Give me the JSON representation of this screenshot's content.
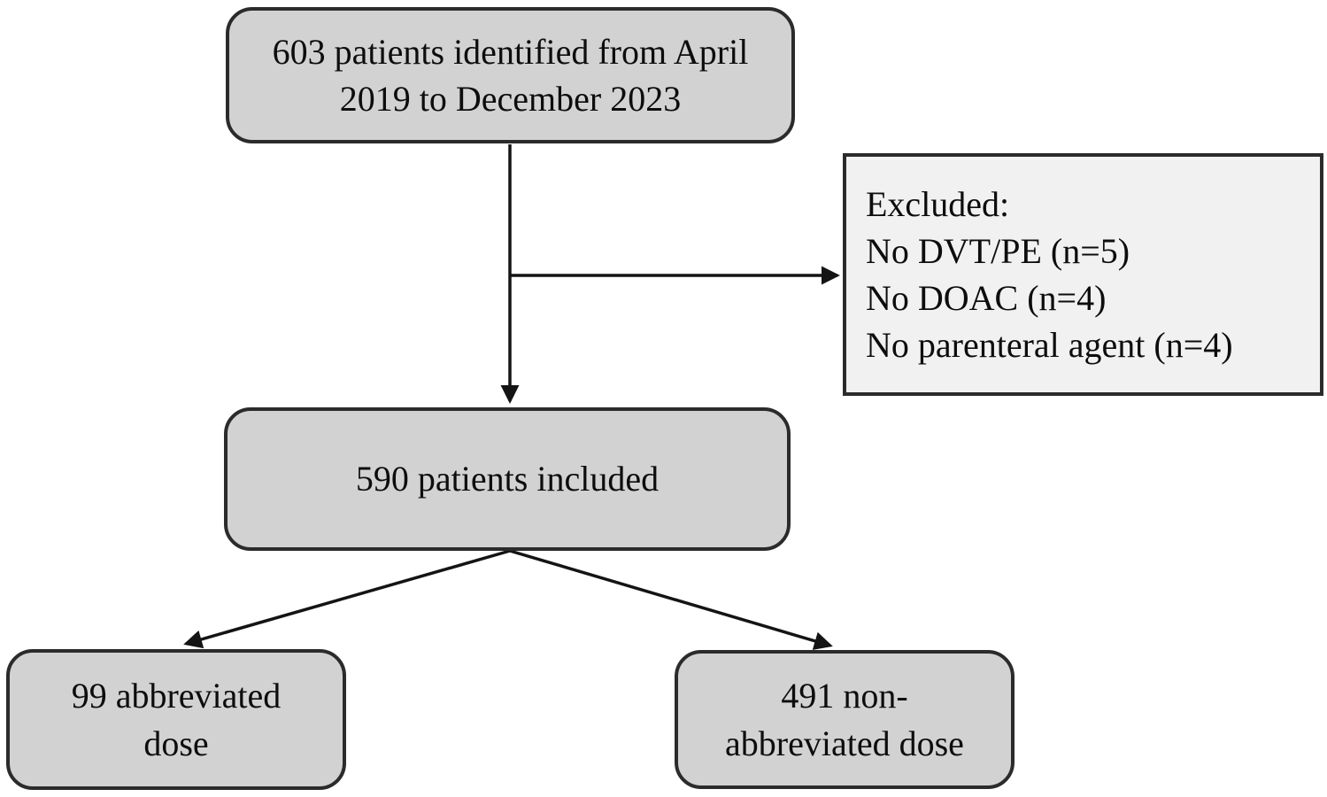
{
  "colors": {
    "background": "#ffffff",
    "node_fill": "#d2d2d2",
    "excluded_fill": "#f1f1f1",
    "node_border": "#2b2b2b",
    "arrow": "#141414",
    "text": "#0d0d0d"
  },
  "nodes": {
    "identified": {
      "lines": [
        "603 patients identified from April",
        "2019 to December 2023"
      ]
    },
    "excluded": {
      "lines": [
        "Excluded:",
        "No DVT/PE (n=5)",
        "No DOAC (n=4)",
        "No parenteral agent (n=4)"
      ]
    },
    "included": {
      "lines": [
        "590 patients included"
      ]
    },
    "abbreviated": {
      "lines": [
        "99 abbreviated",
        "dose"
      ]
    },
    "non_abbreviated": {
      "lines": [
        "491 non-",
        "abbreviated dose"
      ]
    }
  }
}
